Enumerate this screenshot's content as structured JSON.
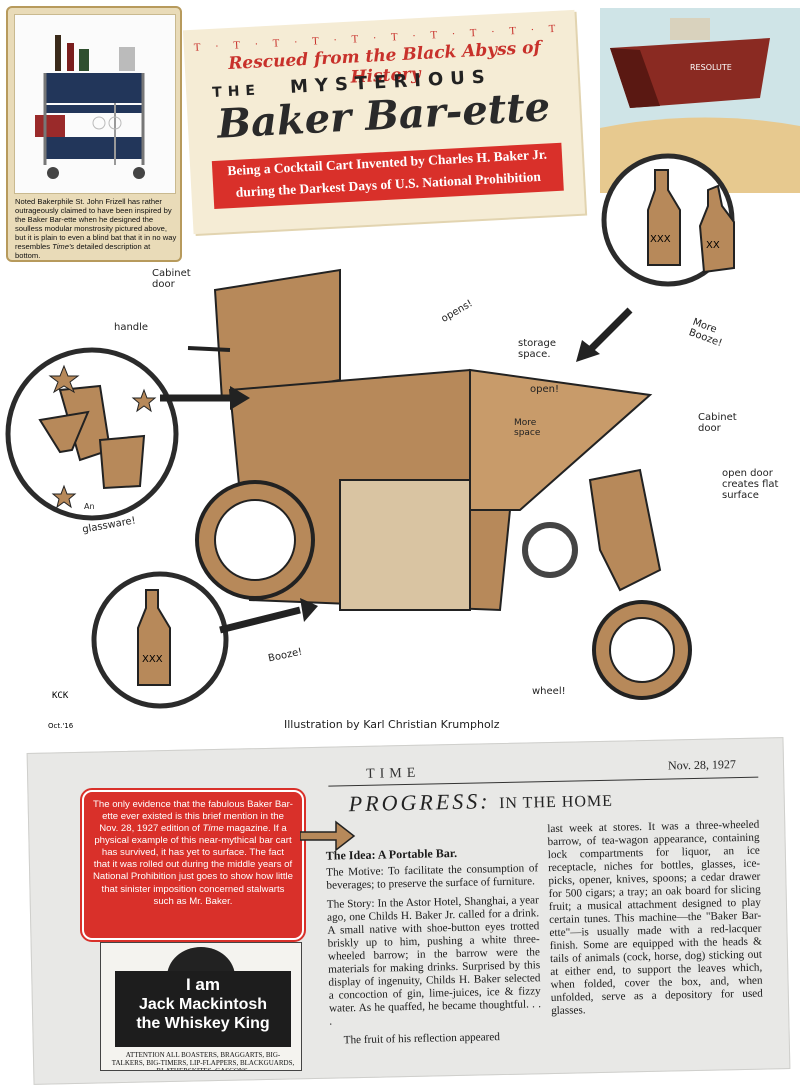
{
  "photo": {
    "caption_a": "Noted Bakerphile St. John Frizell has rather outrageously claimed to have been inspired by the Baker Bar-ette when he designed the soulless modular monstrosity pictured above, but it is plain to even a blind bat that it in no way resembles ",
    "caption_em": "Time's",
    "caption_b": " detailed description at bottom."
  },
  "banner": {
    "dots": "T · T · T · T · T · T · T · T · T · T",
    "rescued": "Rescued from the Black Abyss of History",
    "the": "THE",
    "mysterious": "MYSTERIOUS",
    "name": "Baker Bar-ette",
    "subtitle_1": "Being a Cocktail Cart Invented by Charles H. Baker Jr.",
    "subtitle_2": "during the Darkest Days of U.S. National Prohibition"
  },
  "ship": {
    "name": "RESOLUTE"
  },
  "labels": {
    "cabinet_door_top": "Cabinet\ndoor",
    "opens": "opens!",
    "storage_space": "storage\nspace.",
    "handle": "handle",
    "open": "open!",
    "more_space": "More\nspace",
    "cabinet_door_right": "Cabinet\ndoor",
    "open_door_flat": "open door\ncreates flat\nsurface",
    "more_booze": "More\nBooze!",
    "glassware": "glassware!",
    "an": "An",
    "booze": "Booze!",
    "wheel": "wheel!",
    "xxx": "XXX",
    "xx": "XX",
    "signature": "KCK",
    "signature_date": "Oct.'16"
  },
  "credit": "Illustration by Karl Christian Krumpholz",
  "time": {
    "masthead": "TIME",
    "date": "Nov. 28, 1927",
    "heading": "PROGRESS:",
    "heading_sub": "IN THE HOME",
    "idea": "The Idea: A Portable Bar.",
    "motive": "The Motive: To facilitate the consumption of beverages; to preserve the surface of furniture.",
    "story": "The Story: In the Astor Hotel, Shanghai, a year ago, one Childs H. Baker Jr. called for a drink. A small native with shoe-button eyes trotted briskly up to him, pushing a white three-wheeled barrow; in the barrow were the materials for making drinks. Surprised by this display of ingenuity, Childs H. Baker selected a concoction of gin, lime-juices, ice & fizzy water. As he quaffed, he became thoughtful. . . .",
    "fruit": "The fruit of his reflection appeared",
    "col2": "last week at stores. It was a three-wheeled barrow, of tea-wagon appearance, containing lock compartments for liquor, an ice receptacle, niches for bottles, glasses, ice-picks, opener, knives, spoons; a cedar drawer for 500 cigars; a tray; an oak board for slicing fruit; a musical attachment designed to play certain tunes. This machine—the \"Baker Bar-ette\"—is usually made with a red-lacquer finish. Some are equipped with the heads & tails of animals (cock, horse, dog) sticking out at either end, to support the leaves which, when folded, cover the box, and, when unfolded, serve as a depository for used glasses."
  },
  "redbox": {
    "text_a": "The only evidence that the fabulous Baker Bar-ette ever existed is this brief mention in the Nov. 28, 1927 edition of ",
    "text_em": "Time",
    "text_b": " magazine. If a physical example of this near-mythical bar cart has survived, it has yet to surface. The fact that it was rolled out during the middle years of National Prohibition just goes to show how little that sinister imposition concerned stalwarts such as Mr. Baker."
  },
  "ad": {
    "line1": "I am",
    "line2": "Jack Mackintosh",
    "line3": "the Whiskey King",
    "small": "ATTENTION ALL BOASTERS, BRAGGARTS, BIG-TALKERS, BIG-TIMERS, LIP-FLAPPERS, BLACKGUARDS, BLATHERSKITES, GASCONS,"
  },
  "colors": {
    "accent_red": "#d9302a",
    "cart_tan": "#b7895a",
    "paper": "#f5ecd5"
  }
}
